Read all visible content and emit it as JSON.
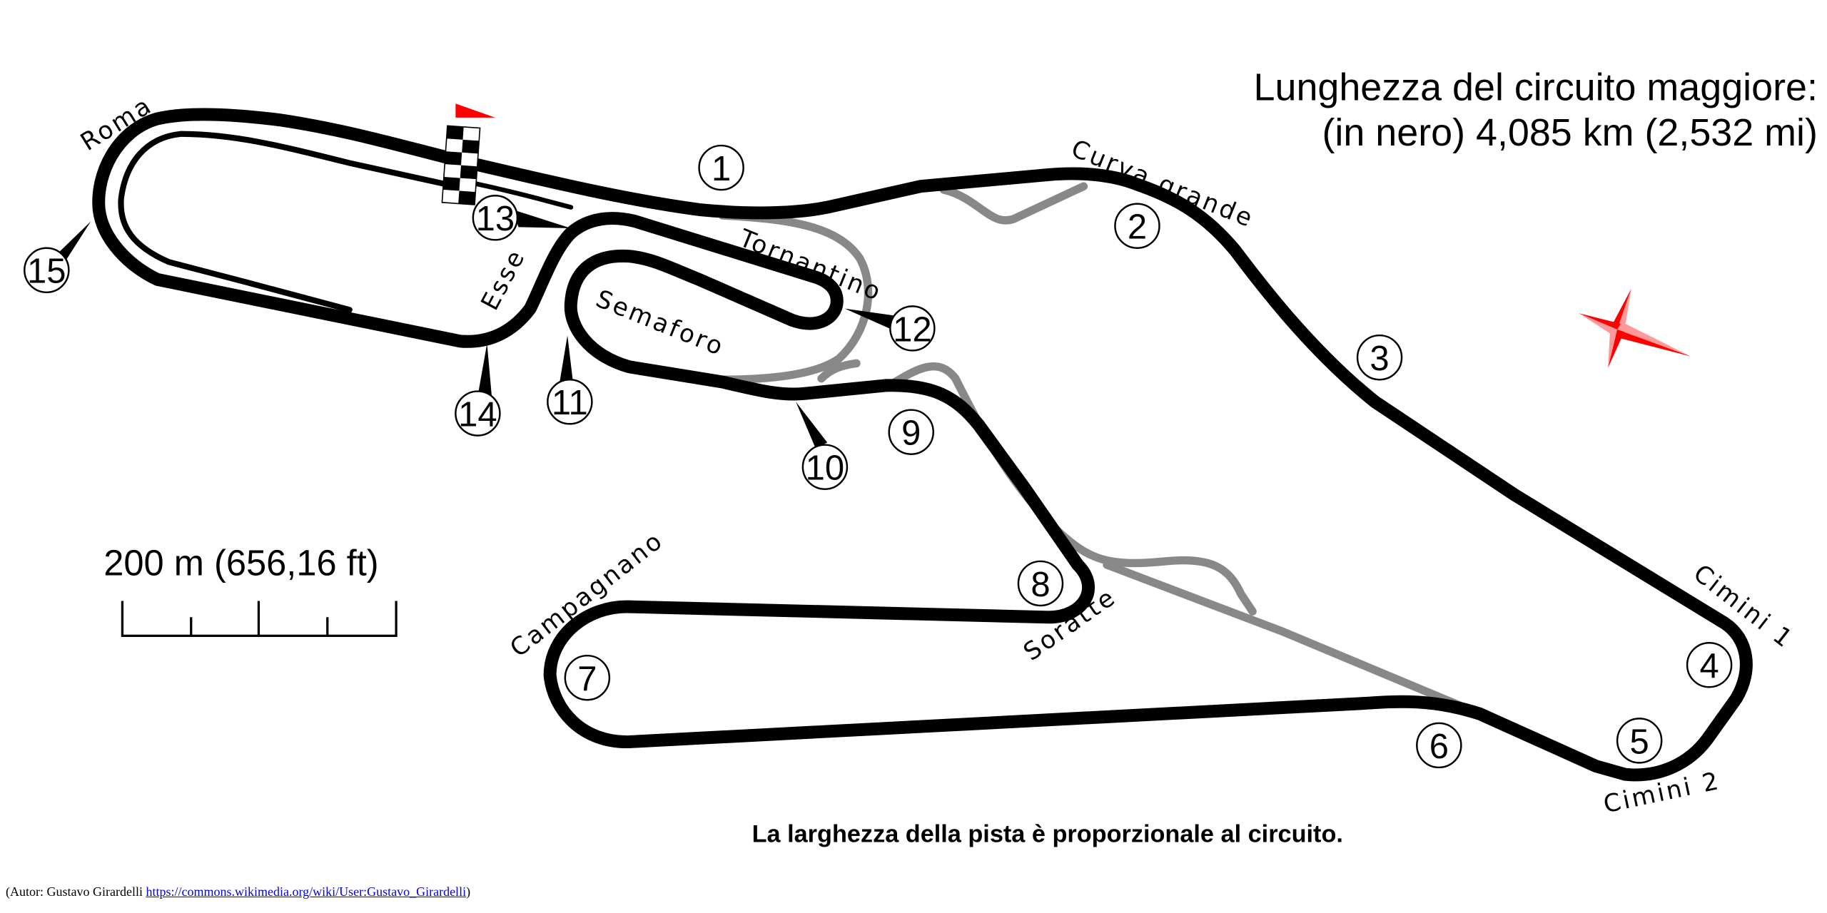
{
  "title": {
    "line1": "Lunghezza del circuito maggiore:",
    "line2": "(in nero) 4,085 km (2,532 mi)"
  },
  "note": "La larghezza della pista è proporzionale al circuito.",
  "scale": {
    "label": "200 m (656,16 ft)"
  },
  "author": {
    "prefix": "(Autor: Gustavo Girardelli",
    "link": "https://commons.wikimedia.org/wiki/User:Gustavo_Girardelli",
    "suffix": ")"
  },
  "corners": {
    "roma": "Roma",
    "curva_grande": "Curva grande",
    "tornantino": "Tornantino",
    "semaforo": "Semaforo",
    "esse": "Esse",
    "campagnano": "Campagnano",
    "soratte": "Soratte",
    "cimini1": "Cimini 1",
    "cimini2": "Cimini 2"
  },
  "turns": [
    "1",
    "2",
    "3",
    "4",
    "5",
    "6",
    "7",
    "8",
    "9",
    "10",
    "11",
    "12",
    "13",
    "14",
    "15"
  ],
  "colors": {
    "track": "#000000",
    "alt_track": "#888888",
    "flag": "#ff0000"
  }
}
